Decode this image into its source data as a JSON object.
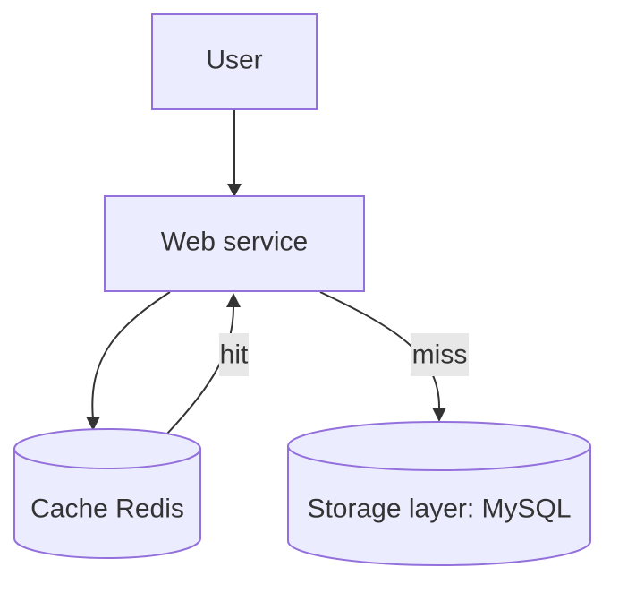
{
  "diagram": {
    "nodes": {
      "user": {
        "label": "User",
        "shape": "rectangle"
      },
      "web_service": {
        "label": "Web service",
        "shape": "rectangle"
      },
      "cache": {
        "label": "Cache Redis",
        "shape": "cylinder"
      },
      "storage": {
        "label": "Storage layer: MySQL",
        "shape": "cylinder"
      }
    },
    "edges": [
      {
        "from": "User",
        "to": "Web service",
        "label": ""
      },
      {
        "from": "Web service",
        "to": "Cache Redis",
        "label": ""
      },
      {
        "from": "Cache Redis",
        "to": "Web service",
        "label": "hit"
      },
      {
        "from": "Web service",
        "to": "Storage layer: MySQL",
        "label": "miss"
      }
    ],
    "edge_labels": {
      "hit": "hit",
      "miss": "miss"
    },
    "colors": {
      "node_fill": "#ECECFF",
      "node_stroke": "#9370DB",
      "edge": "#333333",
      "label_background": "#e8e8e8",
      "text": "#333333"
    }
  }
}
